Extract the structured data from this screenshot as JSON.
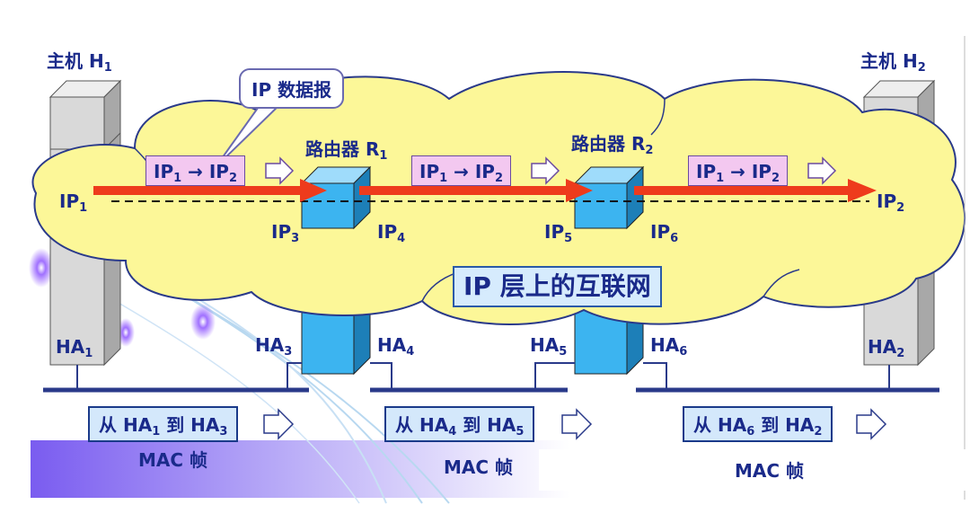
{
  "hosts": {
    "h1": {
      "name": "主机 H",
      "sub": "1",
      "ip": "IP",
      "ip_sub": "1",
      "ha": "HA",
      "ha_sub": "1"
    },
    "h2": {
      "name": "主机 H",
      "sub": "2",
      "ip": "IP",
      "ip_sub": "2",
      "ha": "HA",
      "ha_sub": "2"
    }
  },
  "routers": {
    "r1": {
      "name": "路由器 R",
      "sub": "1",
      "ip_left": "IP",
      "ip_left_sub": "3",
      "ip_right": "IP",
      "ip_right_sub": "4",
      "ha_left": "HA",
      "ha_left_sub": "3",
      "ha_right": "HA",
      "ha_right_sub": "4"
    },
    "r2": {
      "name": "路由器 R",
      "sub": "2",
      "ip_left": "IP",
      "ip_left_sub": "5",
      "ip_right": "IP",
      "ip_right_sub": "6",
      "ha_left": "HA",
      "ha_left_sub": "5",
      "ha_right": "HA",
      "ha_right_sub": "6"
    }
  },
  "callout": "IP 数据报",
  "cloud_label": "IP 层上的互联网",
  "ip_packets": [
    {
      "src": "IP",
      "src_sub": "1",
      "arrow": "→",
      "dst": "IP",
      "dst_sub": "2"
    },
    {
      "src": "IP",
      "src_sub": "1",
      "arrow": "→",
      "dst": "IP",
      "dst_sub": "2"
    },
    {
      "src": "IP",
      "src_sub": "1",
      "arrow": "→",
      "dst": "IP",
      "dst_sub": "2"
    }
  ],
  "mac_frames": [
    {
      "from": "从 HA",
      "from_sub": "1",
      "to": " 到 HA",
      "to_sub": "3",
      "caption": "MAC 帧"
    },
    {
      "from": "从 HA",
      "from_sub": "4",
      "to": " 到 HA",
      "to_sub": "5",
      "caption": "MAC 帧"
    },
    {
      "from": "从 HA",
      "from_sub": "6",
      "to": " 到 HA",
      "to_sub": "2",
      "caption": "MAC  帧"
    }
  ],
  "colors": {
    "cloud": "#fcf798",
    "cloud_stroke": "#2a3a8a",
    "router": "#3cb4f0",
    "host": "#d9d9d9",
    "red_arrow": "#ee3b1c",
    "text": "#1a2a8a",
    "network_line": "#2a3a8a",
    "decor_purple": "#8060ee"
  }
}
